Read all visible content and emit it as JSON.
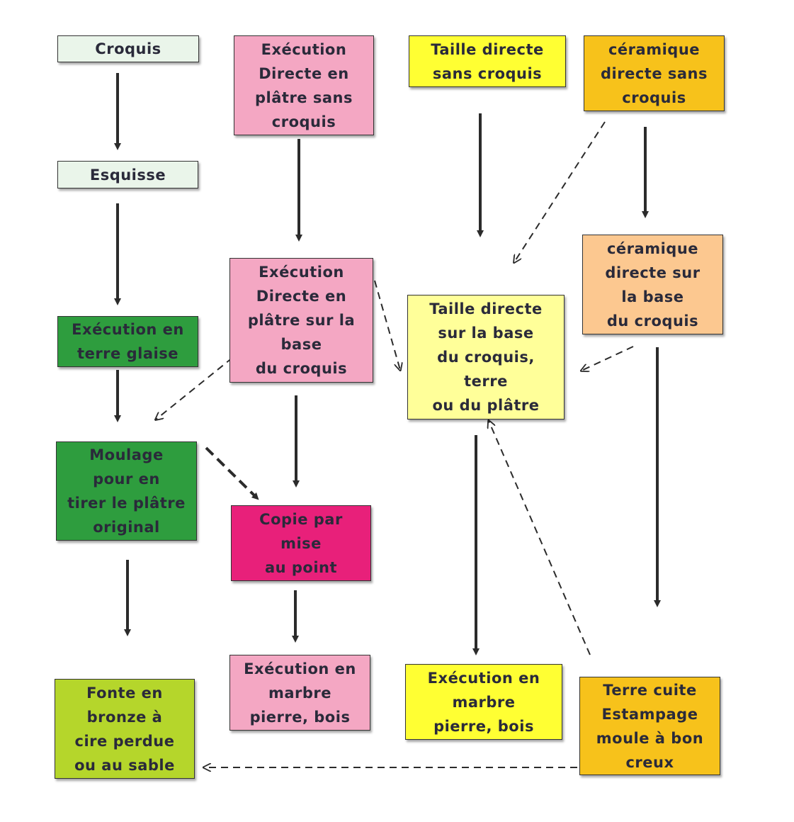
{
  "nodes": {
    "croquis": {
      "label": "Croquis",
      "color": "#eaf5ea"
    },
    "execution_platre_sans_croquis": {
      "label": "Exécution\nDirecte en\nplâtre sans\ncroquis",
      "color": "#f4a7c3"
    },
    "taille_directe_sans_croquis": {
      "label": "Taille directe\nsans croquis",
      "color": "#ffff33"
    },
    "ceramique_sans_croquis": {
      "label": "céramique\ndirecte sans\ncroquis",
      "color": "#f7c21b"
    },
    "esquisse": {
      "label": "Esquisse",
      "color": "#eaf5ea"
    },
    "execution_platre_base_croquis": {
      "label": "Exécution\nDirecte en\nplâtre sur la\nbase\ndu croquis",
      "color": "#f4a7c3"
    },
    "ceramique_base_croquis": {
      "label": "céramique\ndirecte sur\nla base\ndu croquis",
      "color": "#fcc890"
    },
    "taille_directe_base_croquis": {
      "label": "Taille directe\nsur la base\ndu croquis,\nterre\nou du plâtre",
      "color": "#ffff99"
    },
    "execution_terre_glaise": {
      "label": "Exécution en\nterre  glaise",
      "color": "#2e9d3e"
    },
    "moulage": {
      "label": "Moulage\npour en\ntirer le plâtre\noriginal",
      "color": "#2e9d3e"
    },
    "copie_mise_au_point": {
      "label": "Copie par\nmise\nau point",
      "color": "#e8207a"
    },
    "execution_marbre_rose": {
      "label": "Exécution en\nmarbre\npierre, bois",
      "color": "#f4a7c3"
    },
    "execution_marbre_jaune": {
      "label": "Exécution en\nmarbre\npierre, bois",
      "color": "#ffff33"
    },
    "fonte_bronze": {
      "label": "Fonte en\nbronze   à\ncire  perdue\nou au sable",
      "color": "#b5d62b"
    },
    "terre_cuite": {
      "label": "Terre cuite\nEstampage\nmoule à bon\ncreux",
      "color": "#f7c21b"
    }
  },
  "edges": [
    {
      "from": "croquis",
      "to": "esquisse",
      "style": "solid"
    },
    {
      "from": "esquisse",
      "to": "execution_terre_glaise",
      "style": "solid"
    },
    {
      "from": "execution_terre_glaise",
      "to": "moulage",
      "style": "solid"
    },
    {
      "from": "moulage",
      "to": "fonte_bronze",
      "style": "solid"
    },
    {
      "from": "moulage",
      "to": "copie_mise_au_point",
      "style": "dashed"
    },
    {
      "from": "execution_platre_sans_croquis",
      "to": "execution_platre_base_croquis",
      "style": "solid"
    },
    {
      "from": "execution_platre_base_croquis",
      "to": "moulage",
      "style": "dashed"
    },
    {
      "from": "execution_platre_base_croquis",
      "to": "copie_mise_au_point",
      "style": "solid"
    },
    {
      "from": "execution_platre_base_croquis",
      "to": "taille_directe_base_croquis",
      "style": "dashed"
    },
    {
      "from": "copie_mise_au_point",
      "to": "execution_marbre_rose",
      "style": "solid"
    },
    {
      "from": "taille_directe_sans_croquis",
      "to": "taille_directe_base_croquis",
      "style": "solid"
    },
    {
      "from": "ceramique_sans_croquis",
      "to": "taille_directe_base_croquis",
      "style": "dashed"
    },
    {
      "from": "ceramique_sans_croquis",
      "to": "ceramique_base_croquis",
      "style": "solid"
    },
    {
      "from": "ceramique_base_croquis",
      "to": "taille_directe_base_croquis",
      "style": "dashed"
    },
    {
      "from": "ceramique_base_croquis",
      "to": "terre_cuite",
      "style": "solid"
    },
    {
      "from": "taille_directe_base_croquis",
      "to": "execution_marbre_jaune",
      "style": "solid"
    },
    {
      "from": "terre_cuite",
      "to": "taille_directe_base_croquis",
      "style": "dashed"
    },
    {
      "from": "terre_cuite",
      "to": "fonte_bronze",
      "style": "dashed"
    }
  ],
  "colors": {
    "arrow": "#2b2b2b",
    "border": "#333333",
    "text": "#2a2a3a"
  }
}
